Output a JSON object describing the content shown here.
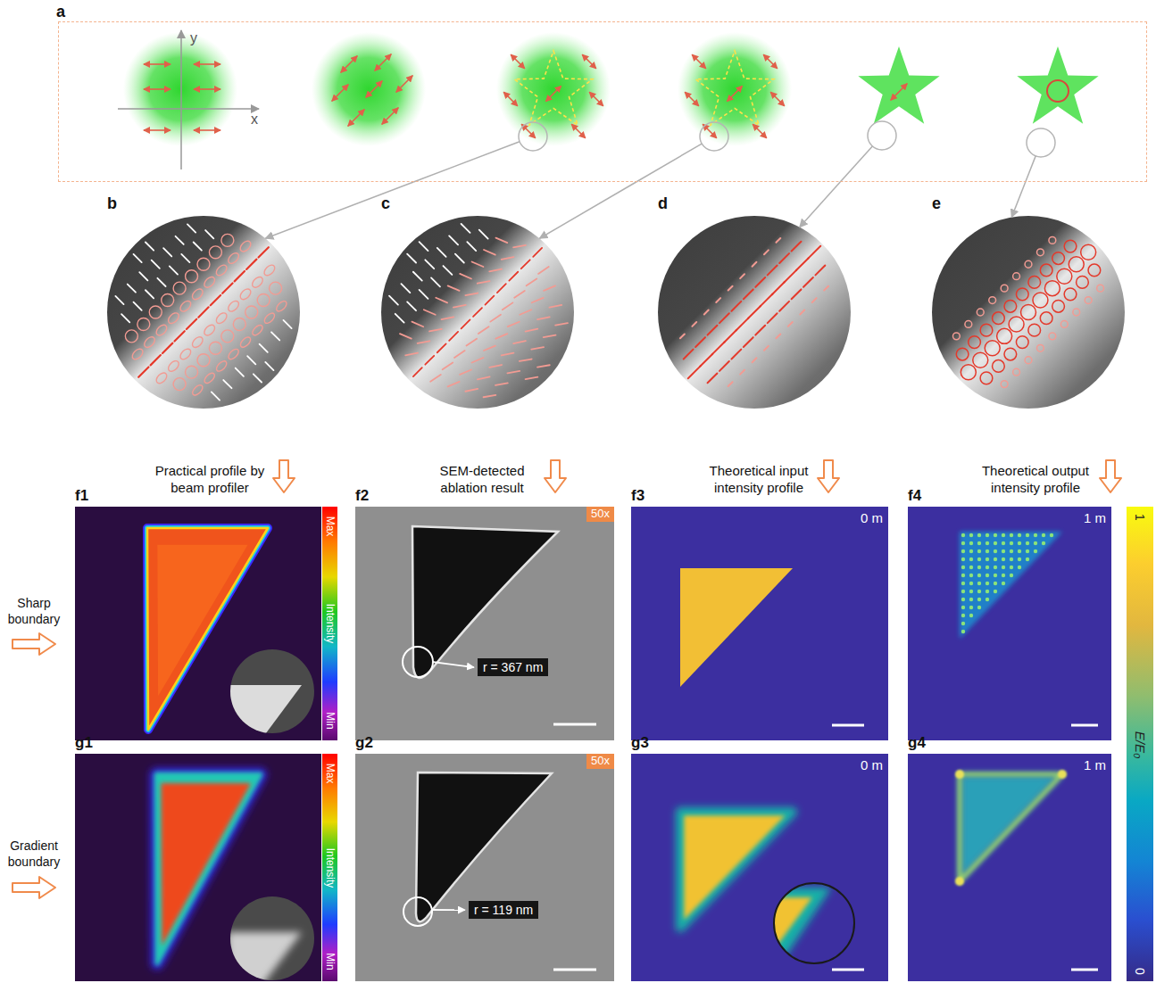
{
  "diagram": {
    "nodes": [
      {
        "text": [
          "a"
        ]
      },
      {
        "text": [
          "b"
        ]
      },
      {
        "text": [
          "c"
        ]
      },
      {
        "text": [
          "d"
        ]
      },
      {
        "text": [
          "e"
        ]
      },
      {
        "text": [
          "f1",
          "Max",
          "Intensity",
          "Min"
        ]
      },
      {
        "text": [
          "f2",
          "50x",
          "r = 367 nm"
        ]
      },
      {
        "text": [
          "f3",
          "0 m"
        ]
      },
      {
        "text": [
          "f4",
          "1 m"
        ]
      },
      {
        "text": [
          "g1",
          "Max",
          "Intensity",
          "Min"
        ]
      },
      {
        "text": [
          "g2",
          "50x",
          "r = 119 nm"
        ]
      },
      {
        "text": [
          "g3",
          "0 m"
        ]
      },
      {
        "text": [
          "g4",
          "1 m"
        ]
      }
    ],
    "edges": [
      {
        "from": 0,
        "to": 1,
        "arrow": "to"
      },
      {
        "from": 0,
        "to": 2,
        "arrow": "to"
      },
      {
        "from": 0,
        "to": 3,
        "arrow": "to"
      },
      {
        "from": 0,
        "to": 4,
        "arrow": "to"
      }
    ],
    "labels": [
      "y",
      "x",
      "Practical profile by beam profiler",
      "SEM-detected ablation result",
      "Theoretical input intensity profile",
      "Theoretical output intensity profile",
      "Sharp boundary",
      "Gradient boundary",
      "1",
      "E/E₀",
      "0"
    ]
  }
}
